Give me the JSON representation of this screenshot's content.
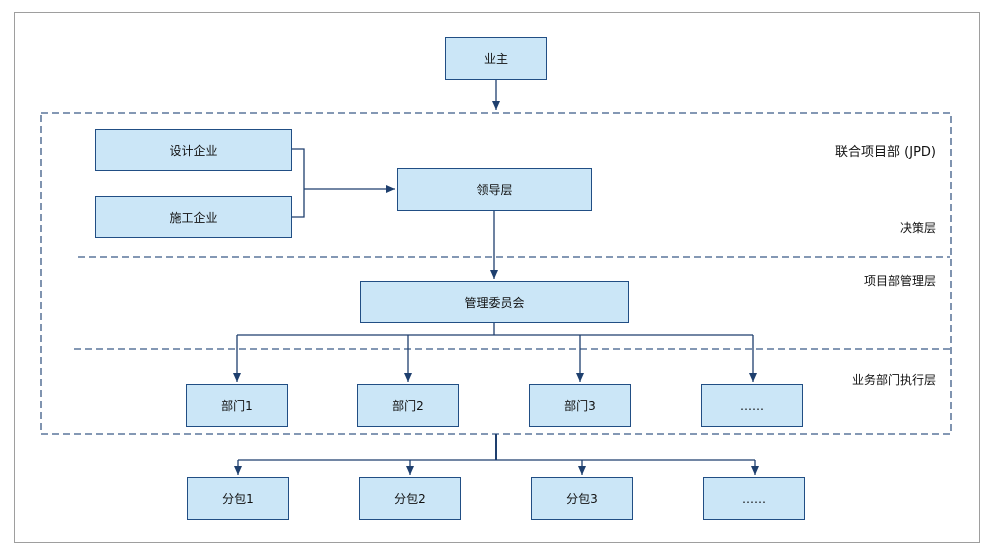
{
  "diagram": {
    "owner": "业主",
    "group_title": "联合项目部 (JPD)",
    "layers": {
      "decision": "决策层",
      "management": "项目部管理层",
      "execution": "业务部门执行层"
    },
    "nodes": {
      "design": "设计企业",
      "construction": "施工企业",
      "leadership": "领导层",
      "committee": "管理委员会",
      "departments": [
        "部门1",
        "部门2",
        "部门3",
        "……"
      ],
      "subcontracts": [
        "分包1",
        "分包2",
        "分包3",
        "……"
      ]
    },
    "colors": {
      "box_fill": "#cbe6f7",
      "box_border": "#214e84",
      "line": "#1e3f6e",
      "dashed": "#3b5a86"
    }
  }
}
